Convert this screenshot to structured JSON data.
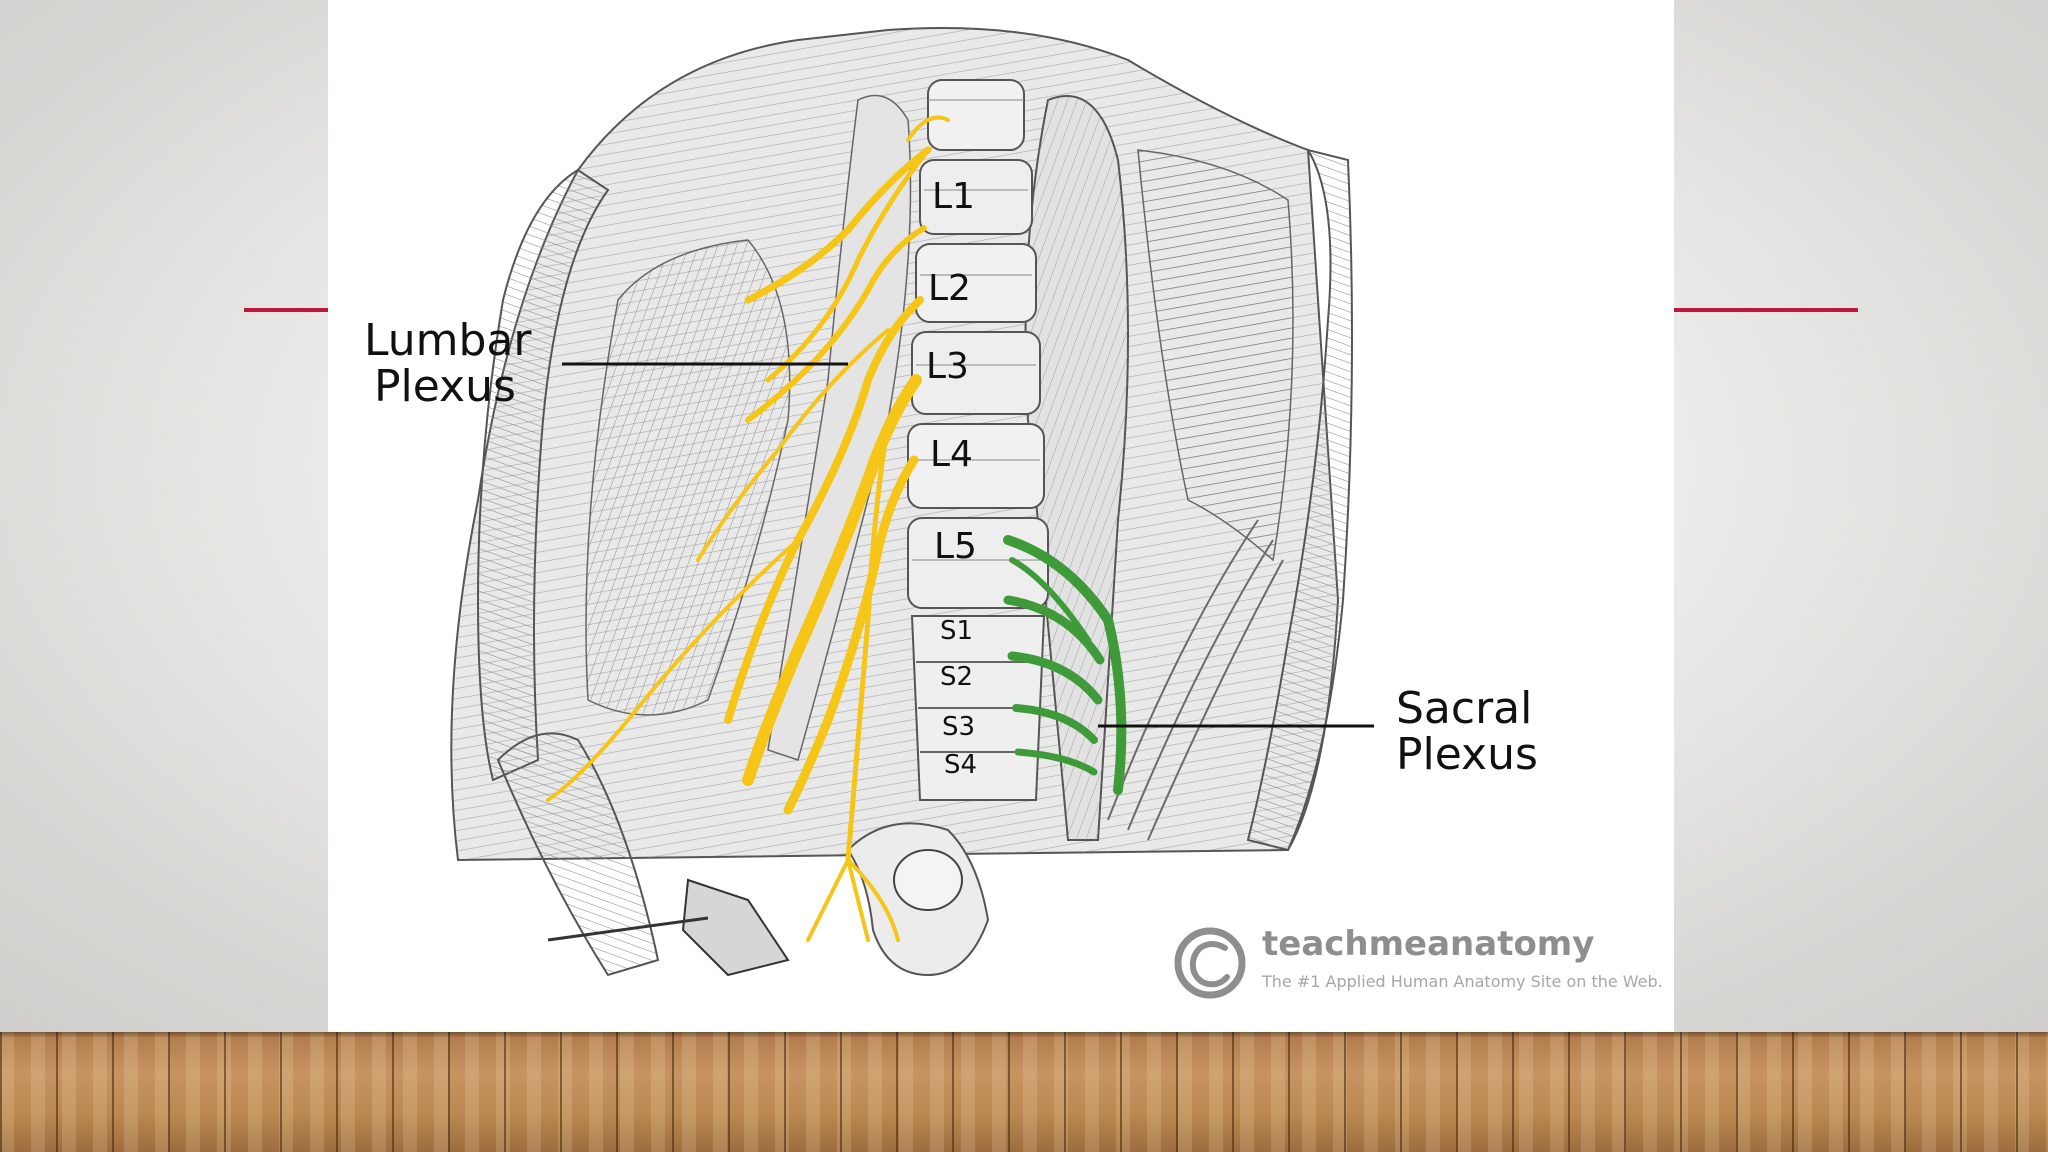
{
  "colors": {
    "accent_line": "#c0163b",
    "lumbar_nerves": "#f5c518",
    "sacral_nerves": "#3f9b3a",
    "watermark": "#8e8e8e"
  },
  "labels": {
    "lumbar_line1": "Lumbar",
    "lumbar_line2": "Plexus",
    "sacral_line1": "Sacral",
    "sacral_line2": "Plexus"
  },
  "vertebrae": [
    "L1",
    "L2",
    "L3",
    "L4",
    "L5",
    "S1",
    "S2",
    "S3",
    "S4"
  ],
  "watermark": {
    "name": "teachmeanatomy",
    "tagline": "The #1 Applied Human Anatomy Site on the Web.",
    "logo_icon": "copyright-icon"
  }
}
